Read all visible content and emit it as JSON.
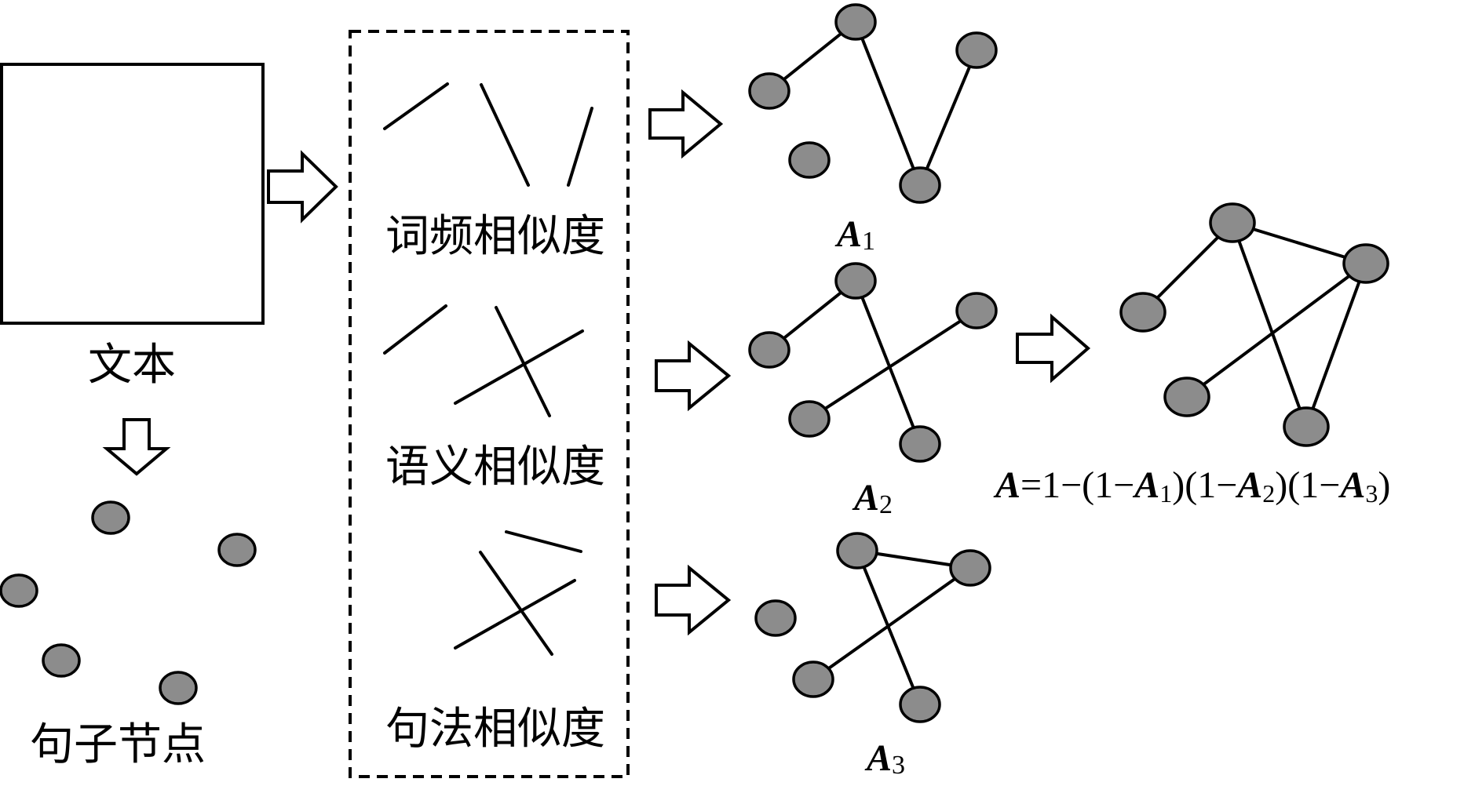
{
  "labels": {
    "text": "文本",
    "sentence_nodes": "句子节点",
    "term_frequency_similarity": "词频相似度",
    "semantic_similarity": "语义相似度",
    "syntactic_similarity": "句法相似度"
  },
  "graphs": {
    "a1": {
      "letter": "A",
      "sub": "1"
    },
    "a2": {
      "letter": "A",
      "sub": "2"
    },
    "a3": {
      "letter": "A",
      "sub": "3"
    }
  },
  "formula": {
    "lhs": "A",
    "eq": "=1−(1−",
    "a1": "A",
    "s1": "1",
    "p1": ")(1−",
    "a2": "A",
    "s2": "2",
    "p2": ")(1−",
    "a3": "A",
    "s3": "3",
    "end": ")"
  },
  "colors": {
    "node_fill": "#8c8c8c",
    "stroke": "#000000",
    "background": "#ffffff"
  }
}
